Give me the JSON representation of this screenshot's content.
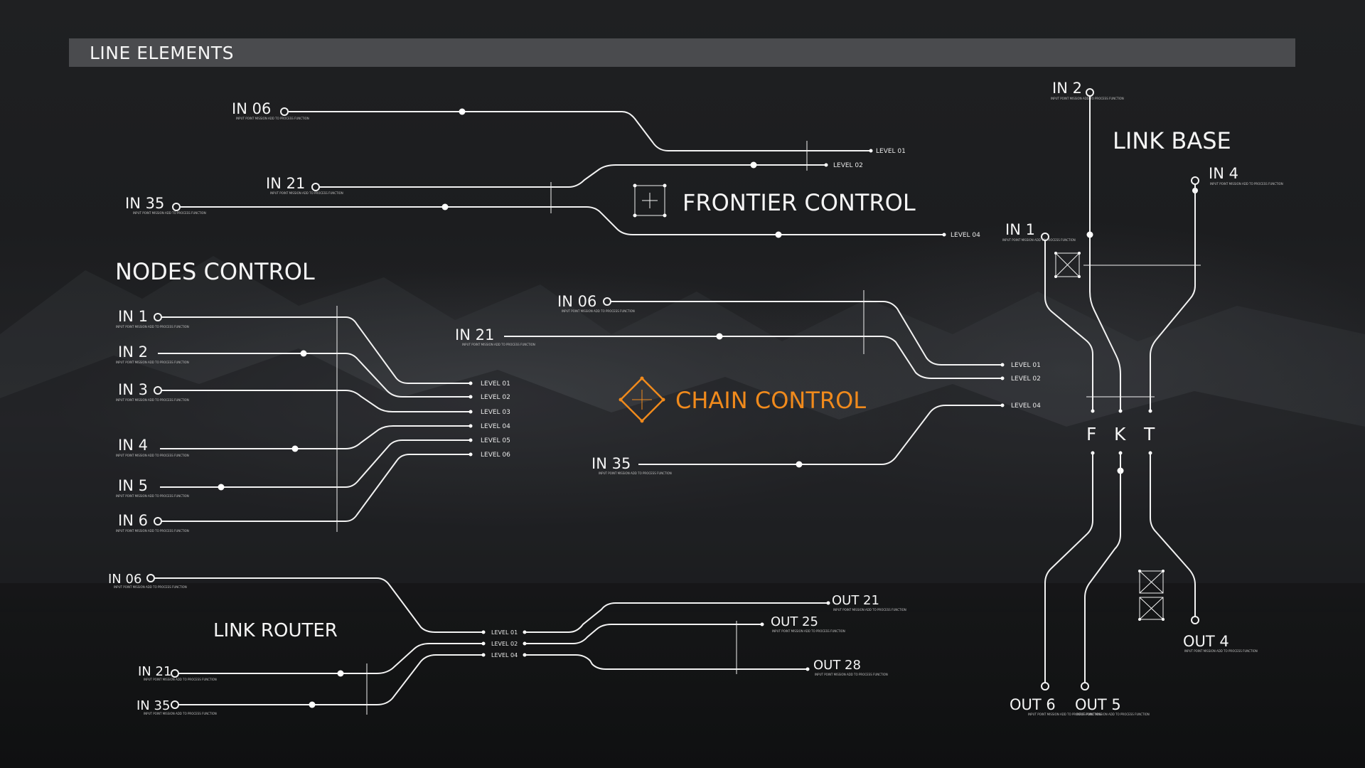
{
  "header": {
    "title": "LINE ELEMENTS"
  },
  "colors": {
    "accent": "#f08a1c",
    "line": "#f2f2f2",
    "header_bar": "#4a4b4e"
  },
  "icons": [
    "frontier-cross-icon",
    "chain-diamond-icon",
    "link-base-box-icon",
    "fkt-box-icon"
  ],
  "micro_text": "INPUT POINT MISSION ADD TO PROCESS FUNCTION",
  "frontier": {
    "title": "FRONTIER CONTROL",
    "inputs": [
      "IN 06",
      "IN 21",
      "IN 35"
    ],
    "levels": [
      "LEVEL 01",
      "LEVEL 02",
      "LEVEL 04"
    ]
  },
  "nodes": {
    "title": "NODES CONTROL",
    "inputs": [
      "IN 1",
      "IN 2",
      "IN 3",
      "IN 4",
      "IN 5",
      "IN 6"
    ],
    "levels": [
      "LEVEL 01",
      "LEVEL 02",
      "LEVEL 03",
      "LEVEL 04",
      "LEVEL 05",
      "LEVEL 06"
    ]
  },
  "chain": {
    "title": "CHAIN CONTROL",
    "inputs": [
      "IN 06",
      "IN 21",
      "IN 35"
    ],
    "levels": [
      "LEVEL 01",
      "LEVEL 02",
      "LEVEL 04"
    ]
  },
  "router": {
    "title": "LINK ROUTER",
    "inputs": [
      "IN 06",
      "IN 21",
      "IN 35"
    ],
    "levels": [
      "LEVEL 01",
      "LEVEL 02",
      "LEVEL 04"
    ],
    "outputs": [
      "OUT 21",
      "OUT 25",
      "OUT 28"
    ]
  },
  "base": {
    "title": "LINK BASE",
    "inputs": [
      "IN 2",
      "IN 4",
      "IN 1"
    ],
    "letters": [
      "F",
      "K",
      "T"
    ],
    "outputs": [
      "OUT 6",
      "OUT 5",
      "OUT 4"
    ]
  }
}
